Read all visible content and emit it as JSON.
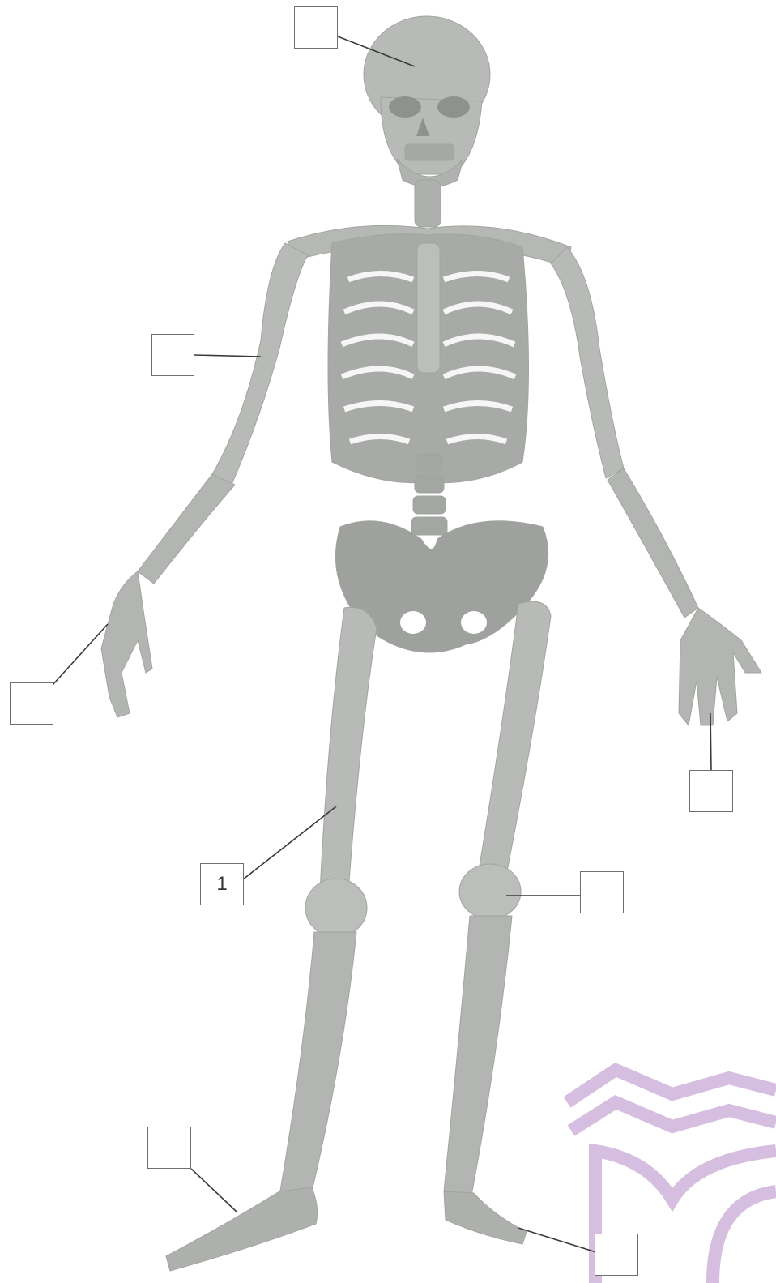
{
  "diagram": {
    "subject": "skeleton-front-view",
    "colors": {
      "bone": "#b3b5b2",
      "bone_light": "#c8cac7",
      "bone_shadow": "#9c9e9b",
      "leader_line": "#3a3a3a",
      "box_border": "#6f6f6f",
      "watermark": "#c9a9d6"
    },
    "labels": [
      {
        "id": "skull",
        "text": ""
      },
      {
        "id": "upper-arm",
        "text": ""
      },
      {
        "id": "hand-left",
        "text": ""
      },
      {
        "id": "hand-right",
        "text": ""
      },
      {
        "id": "thigh",
        "text": "1"
      },
      {
        "id": "knee",
        "text": ""
      },
      {
        "id": "foot-left",
        "text": ""
      },
      {
        "id": "foot-right",
        "text": ""
      }
    ]
  }
}
